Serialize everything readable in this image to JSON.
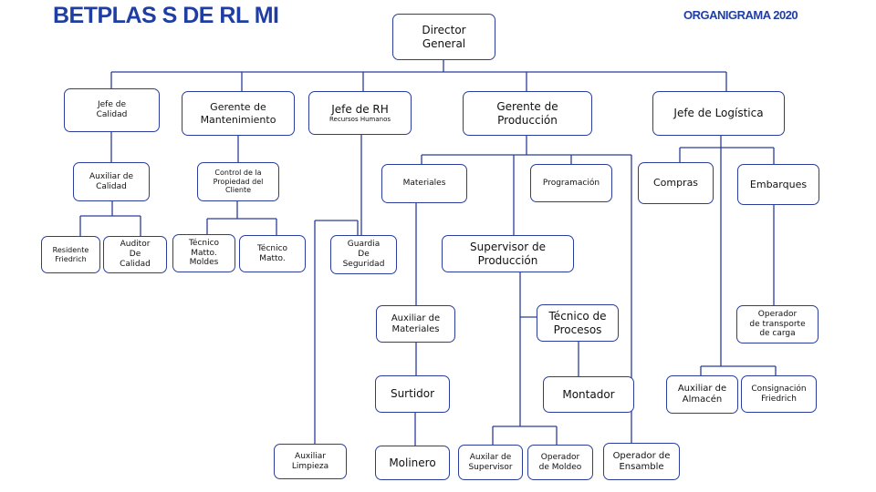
{
  "header": {
    "company": "BETPLAS S DE RL MI",
    "chart_title": "ORGANIGRAMA  2020"
  },
  "nodes": {
    "director_general": [
      "Director",
      "General"
    ],
    "jefe_calidad": [
      "Jefe de",
      "Calidad"
    ],
    "auxiliar_calidad": [
      "Auxiliar de",
      "Calidad"
    ],
    "residente_friedrich": [
      "Residente",
      "Friedrich"
    ],
    "auditor_calidad": [
      "Auditor",
      "De",
      "Calidad"
    ],
    "gerente_mantenimiento": [
      "Gerente de",
      "Mantenimiento"
    ],
    "control_propiedad": [
      "Control de la",
      "Propiedad del",
      "Cliente"
    ],
    "tecnico_moldes": [
      "Técnico",
      "Matto.",
      "Moldes"
    ],
    "tecnico_matto": [
      "Técnico",
      "Matto."
    ],
    "jefe_rh": {
      "title": "Jefe de  RH",
      "subtitle": "Recursos Humanos"
    },
    "guardia_seguridad": [
      "Guardia",
      "De",
      "Seguridad"
    ],
    "auxiliar_limpieza": [
      "Auxiliar",
      "Limpieza"
    ],
    "gerente_produccion": [
      "Gerente de",
      "Producción"
    ],
    "materiales": [
      "Materiales"
    ],
    "programacion": [
      "Programación"
    ],
    "supervisor_produccion": [
      "Supervisor de",
      "Producción"
    ],
    "auxiliar_materiales": [
      "Auxiliar de",
      "Materiales"
    ],
    "surtidor": [
      "Surtidor"
    ],
    "molinero": [
      "Molinero"
    ],
    "tecnico_procesos": [
      "Técnico de",
      "Procesos"
    ],
    "montador": [
      "Montador"
    ],
    "auxiliar_supervisor": [
      "Auxilar de",
      "Supervisor"
    ],
    "operador_moldeo": [
      "Operador",
      "de Moldeo"
    ],
    "operador_ensamble": [
      "Operador de",
      "Ensamble"
    ],
    "jefe_logistica": [
      "Jefe de Logística"
    ],
    "compras": [
      "Compras"
    ],
    "embarques": [
      "Embarques"
    ],
    "operador_transporte": [
      "Operador",
      "de transporte",
      "de carga"
    ],
    "auxiliar_almacen": [
      "Auxiliar de",
      "Almacén"
    ],
    "consignacion_friedrich": [
      "Consignación",
      "Friedrich"
    ]
  }
}
